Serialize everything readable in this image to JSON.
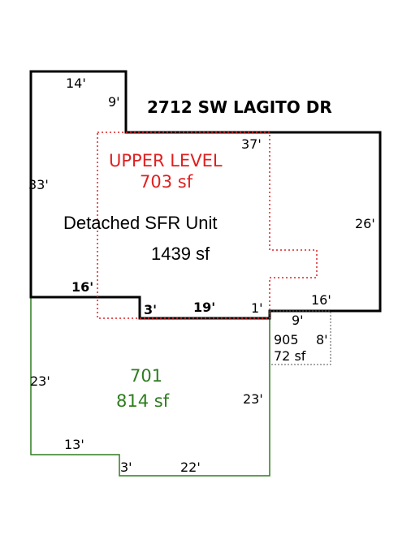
{
  "address": "2712 SW LAGITO DR",
  "colors": {
    "main_outline": "#000000",
    "upper_level": "#e02020",
    "unit_701": "#2e7d1f",
    "unit_905": "#555555"
  },
  "main_unit": {
    "name": "Detached SFR Unit",
    "area": "1439 sf",
    "dimensions": {
      "top_left": "14'",
      "notch_height": "9'",
      "top_right": "37'",
      "left": "33'",
      "right": "26'",
      "bottom_right": "16'",
      "bottom_step": "1'"
    }
  },
  "upper_level": {
    "name": "UPPER LEVEL",
    "area": "703 sf"
  },
  "unit_701": {
    "name": "701",
    "area": "814 sf",
    "dimensions": {
      "top_left": "16'",
      "top_step": "3'",
      "top_right": "19'",
      "left": "23'",
      "right": "23'",
      "bottom_left": "13'",
      "bottom_step": "3'",
      "bottom_right": "22'"
    }
  },
  "unit_905": {
    "name": "905",
    "area": "72 sf",
    "dimensions": {
      "width": "9'",
      "depth": "8'"
    }
  }
}
